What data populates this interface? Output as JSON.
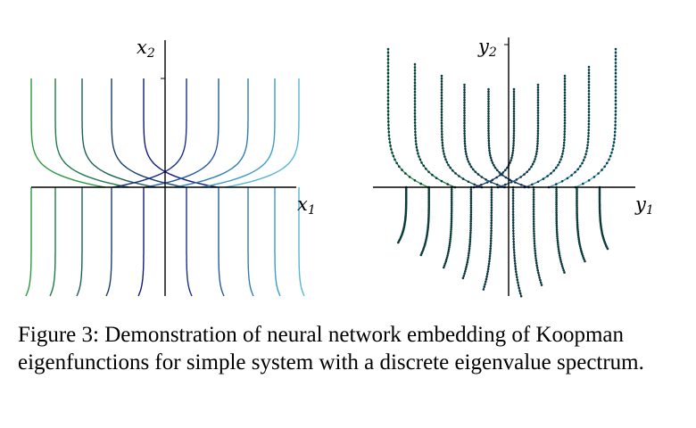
{
  "caption": {
    "number": "Figure 3:",
    "text": "Demonstration of neural network embedding of Koopman eigenfunctions for simple system with a discrete eigenvalue spectrum."
  },
  "left_panel": {
    "x_label": {
      "base": "x",
      "sub": "1"
    },
    "y_label": {
      "base": "x",
      "sub": "2"
    }
  },
  "right_panel": {
    "x_label": {
      "base": "y",
      "sub": "1"
    },
    "y_label": {
      "base": "y",
      "sub": "2"
    }
  },
  "colors": {
    "curve_colors": [
      "#2a9a3f",
      "#1f7a48",
      "#1d5e58",
      "#1a3f66",
      "#14197a",
      "#1c2f8a",
      "#245aa0",
      "#2f7db4",
      "#3d9cc8",
      "#55b7d6"
    ],
    "marker": "#0b3a3a"
  }
}
